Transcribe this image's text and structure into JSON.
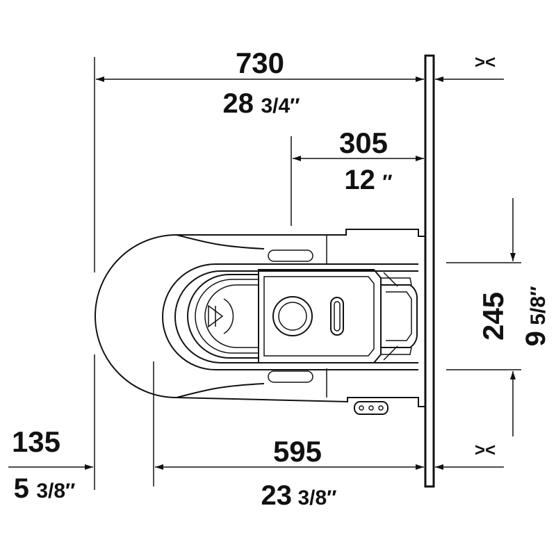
{
  "dimensions": {
    "overall_length": {
      "mm": "730",
      "inch_whole": "28",
      "inch_frac": "3/4″"
    },
    "outlet_offset": {
      "mm": "305",
      "inch_whole": "12",
      "inch_frac": "″"
    },
    "front_overhang": {
      "mm": "135",
      "inch_whole": "5",
      "inch_frac": "3/8″"
    },
    "body_length": {
      "mm": "595",
      "inch_whole": "23",
      "inch_frac": "3/8″"
    },
    "tank_width": {
      "mm": "245",
      "inch_whole": "9",
      "inch_frac": "5/8″"
    }
  },
  "markers": {
    "wall_gap_top": "><",
    "wall_gap_bottom": "><"
  },
  "colors": {
    "line": "#111111",
    "background": "#ffffff"
  }
}
